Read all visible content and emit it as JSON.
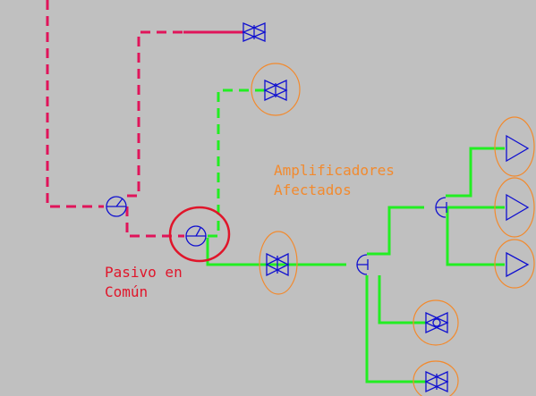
{
  "labels": {
    "affected_line1": "Amplificadores",
    "affected_line2": "Afectados",
    "passive_line1": "Pasivo en",
    "passive_line2": "Común"
  },
  "colors": {
    "background": "#c0c0c0",
    "red_feeder": "#e0145a",
    "green_feeder": "#22ee22",
    "device_blue": "#1010d0",
    "highlight_orange": "#f28a2e",
    "highlight_red": "#e0152a"
  }
}
